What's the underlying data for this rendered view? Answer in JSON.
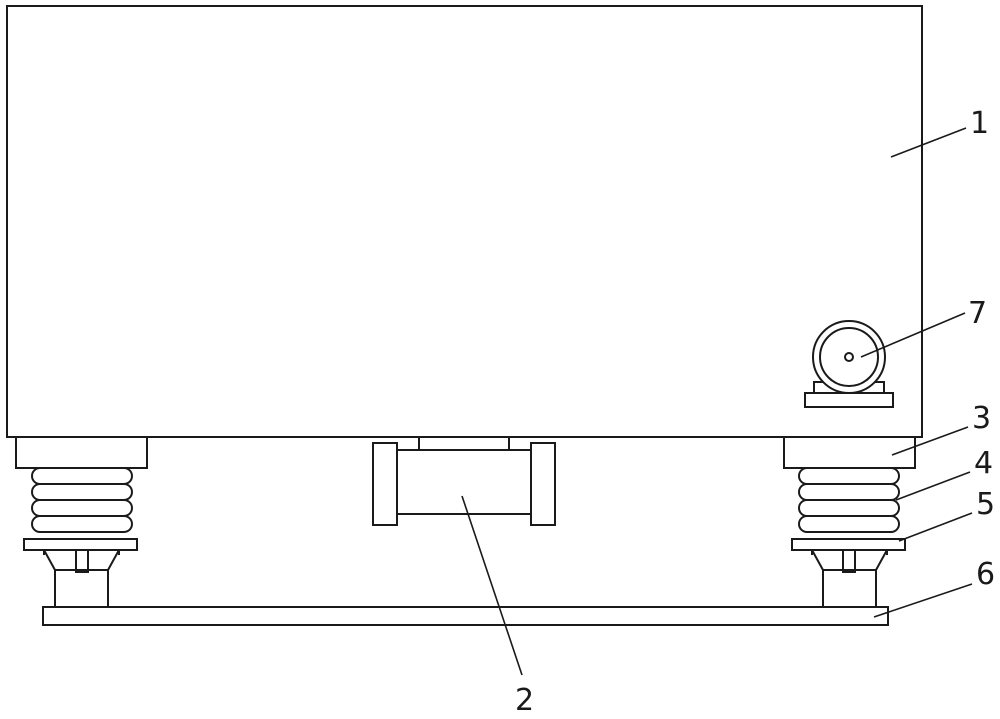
{
  "callouts": [
    {
      "id": "1",
      "label": "1"
    },
    {
      "id": "2",
      "label": "2"
    },
    {
      "id": "3",
      "label": "3"
    },
    {
      "id": "4",
      "label": "4"
    },
    {
      "id": "5",
      "label": "5"
    },
    {
      "id": "6",
      "label": "6"
    },
    {
      "id": "7",
      "label": "7"
    }
  ],
  "colors": {
    "stroke": "#1a1a1a",
    "background": "#ffffff"
  }
}
